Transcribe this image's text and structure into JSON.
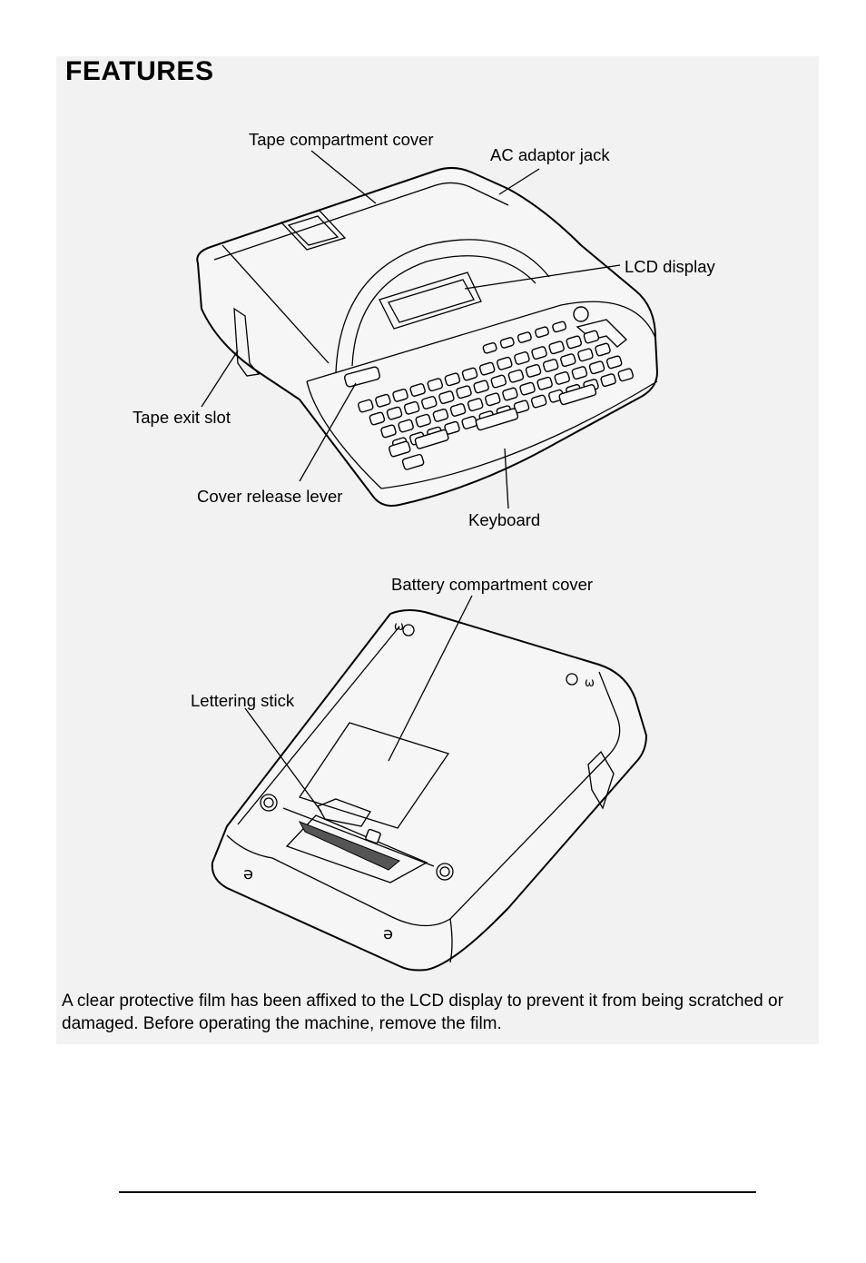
{
  "page": {
    "title": "FEATURES",
    "note": "A clear protective film has been affixed to the LCD display to prevent it from being scratched or damaged.  Before operating the machine, remove the film."
  },
  "figure_top": {
    "labels": {
      "tape_compartment_cover": "Tape compartment cover",
      "ac_adaptor_jack": "AC adaptor jack",
      "lcd_display": "LCD display",
      "tape_exit_slot": "Tape exit slot",
      "cover_release_lever": "Cover release lever",
      "keyboard": "Keyboard"
    }
  },
  "figure_bottom": {
    "labels": {
      "battery_compartment_cover": "Battery compartment cover",
      "lettering_stick": "Lettering stick"
    }
  }
}
